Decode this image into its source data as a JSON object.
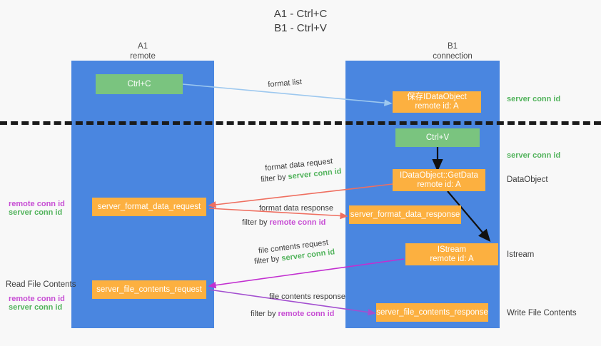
{
  "title": {
    "line1": "A1 - Ctrl+C",
    "line2": "B1 - Ctrl+V"
  },
  "columns": [
    {
      "name": "A1",
      "role": "remote"
    },
    {
      "name": "B1",
      "role": "connection"
    }
  ],
  "boxes": {
    "ctrl_c": {
      "label": "Ctrl+C",
      "color": "#7ac47f"
    },
    "save_idataobject": {
      "line1": "保存IDataObject",
      "line2": "remote id: A",
      "color": "#fcb040"
    },
    "ctrl_v": {
      "label": "Ctrl+V",
      "color": "#7ac47f"
    },
    "getdata": {
      "line1": "IDataObject::GetData",
      "line2": "remote id: A",
      "color": "#fcb040"
    },
    "server_format_data_request": {
      "label": "server_format_data_request",
      "color": "#fcb040"
    },
    "server_format_data_response": {
      "label": "server_format_data_response",
      "color": "#fcb040"
    },
    "istream": {
      "line1": "IStream",
      "line2": "remote id: A",
      "color": "#fcb040"
    },
    "server_file_contents_request": {
      "label": "server_file_contents_request",
      "color": "#fcb040"
    },
    "server_file_contents_response": {
      "label": "server_file_contents_response",
      "color": "#fcb040"
    }
  },
  "edge_labels": {
    "format_list": "format list",
    "format_data_request": "format data request",
    "format_data_request_filter_prefix": "filter by ",
    "format_data_request_filter_key": "server conn id",
    "format_data_response": "format data response",
    "format_data_response_filter_prefix": "filter by ",
    "format_data_response_filter_key": "remote conn id",
    "file_contents_request": "file contents request",
    "file_contents_request_filter_prefix": "filter by ",
    "file_contents_request_filter_key": "server conn id",
    "file_contents_response": "file contents response",
    "file_contents_response_filter_prefix": "filter by ",
    "file_contents_response_filter_key": "remote conn id"
  },
  "right_labels": {
    "server_conn_id_1": "server conn id",
    "server_conn_id_2": "server conn id",
    "dataobject": "DataObject",
    "istream": "Istream",
    "write_file_contents": "Write File Contents"
  },
  "left_labels": {
    "remote_conn_id_1": "remote conn id",
    "server_conn_id_1": "server conn id",
    "read_file_contents": "Read File Contents",
    "remote_conn_id_2": "remote conn id",
    "server_conn_id_2": "server conn id"
  },
  "colors": {
    "lane": "#4a86e0",
    "green_box": "#7ac47f",
    "orange_box": "#fcb040",
    "green_text": "#52b35c",
    "purple_text": "#c74ed4",
    "arrow_blue": "#9dc8ef",
    "arrow_red": "#ef6f60",
    "arrow_magenta": "#c22fd0",
    "arrow_purple": "#a34fd0",
    "arrow_black": "#111111",
    "divider": "#1b1b1b",
    "background": "#f8f8f8"
  }
}
